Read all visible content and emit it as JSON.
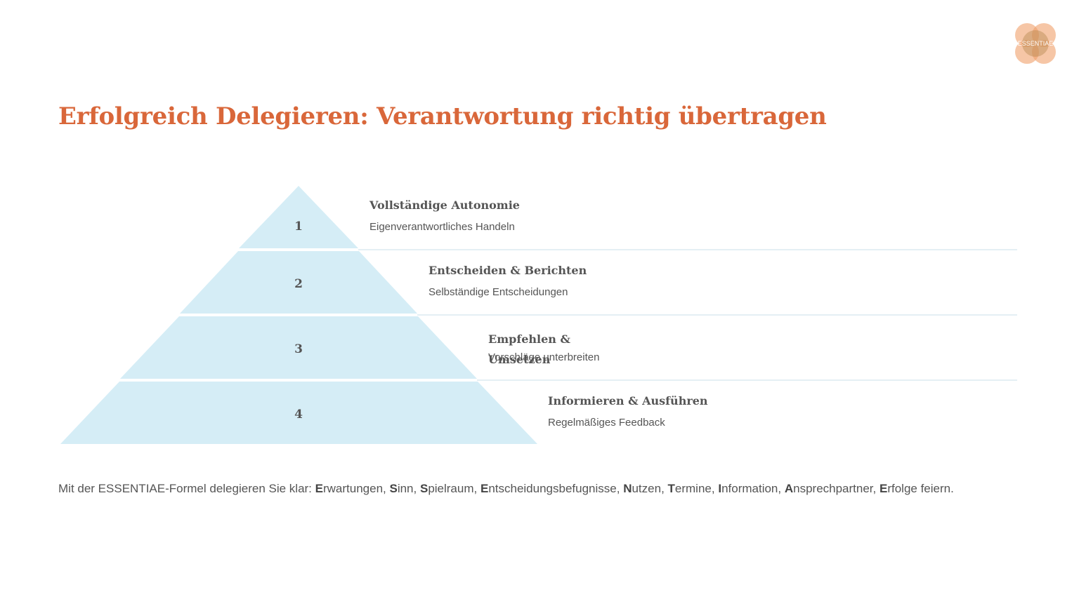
{
  "title": "Erfolgreich Delegieren: Verantwortung richtig übertragen",
  "logo": {
    "text": "ESSENTIAE",
    "color": "#f0a06a"
  },
  "pyramid": {
    "fill": "#d5edf6",
    "divider": "#c9dfe8",
    "levels": [
      {
        "number": "1",
        "title": "Vollständige Autonomie",
        "description": "Eigenverantwortliches Handeln"
      },
      {
        "number": "2",
        "title": "Entscheiden & Berichten",
        "description": "Selbständige Entscheidungen"
      },
      {
        "number": "3",
        "title": "Empfehlen & Umsetzen",
        "description": "Vorschläge unterbreiten"
      },
      {
        "number": "4",
        "title": "Informieren & Ausführen",
        "description": "Regelmäßiges Feedback"
      }
    ]
  },
  "footer": {
    "intro": "Mit der ESSENTIAE-Formel delegieren Sie klar: ",
    "items": [
      {
        "initial": "E",
        "rest": "rwartungen"
      },
      {
        "initial": "S",
        "rest": "inn"
      },
      {
        "initial": "S",
        "rest": "pielraum"
      },
      {
        "initial": "E",
        "rest": "ntscheidungsbefugnisse"
      },
      {
        "initial": "N",
        "rest": "utzen"
      },
      {
        "initial": "T",
        "rest": "ermine"
      },
      {
        "initial": "I",
        "rest": "nformation"
      },
      {
        "initial": "A",
        "rest": "nsprechpartner"
      },
      {
        "initial": "E",
        "rest": "rfolge feiern."
      }
    ]
  }
}
